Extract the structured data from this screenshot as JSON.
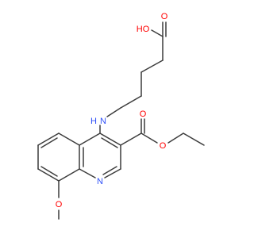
{
  "atoms": {
    "hydroxyl": "HO",
    "carbonyl_o_acid": "O",
    "amine": "N",
    "amine_h": "H",
    "ester_carbonyl_o": "O",
    "ester_o": "O",
    "ring_n": "N",
    "methoxy_o": "O"
  },
  "colors": {
    "bond": "#3c3c3c",
    "oxygen": "#ff0000",
    "nitrogen": "#3050f8"
  }
}
